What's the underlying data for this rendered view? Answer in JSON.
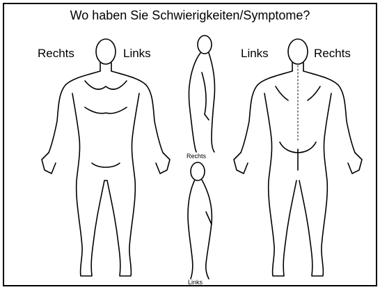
{
  "form": {
    "title": "Wo haben Sie Schwierigkeiten/Symptome?",
    "front_view": {
      "left_label": "Rechts",
      "right_label": "Links"
    },
    "back_view": {
      "left_label": "Links",
      "right_label": "Rechts"
    },
    "side_view_top_label": "Rechts",
    "side_view_bottom_label": "Links"
  },
  "icons": {
    "front": "human-body-front-outline",
    "side": "human-body-side-outline",
    "back": "human-body-back-outline"
  }
}
